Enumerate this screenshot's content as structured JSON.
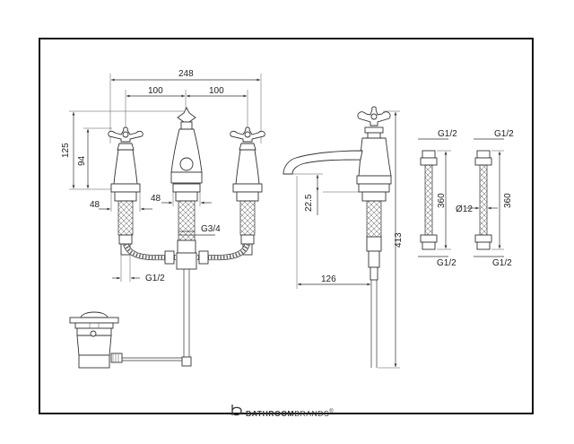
{
  "dimensions": {
    "overall_width": "248",
    "spacing_left": "100",
    "spacing_right": "100",
    "height_total": "125",
    "height_handle": "94",
    "base_left": "48",
    "base_center": "48",
    "thread_center": "G3/4",
    "thread_bottom": "G1/2",
    "side_spout_height": "22.5",
    "side_depth": "126",
    "side_overall_height": "413",
    "hose1_top": "G1/2",
    "hose1_length": "360",
    "hose1_bottom": "G1/2",
    "hose2_top": "G1/2",
    "hose2_length": "360",
    "hose2_diameter": "Ø12",
    "hose2_bottom": "G1/2"
  },
  "brand": {
    "bold": "BATHROOM",
    "light": "BRANDS",
    "mark": "®"
  }
}
